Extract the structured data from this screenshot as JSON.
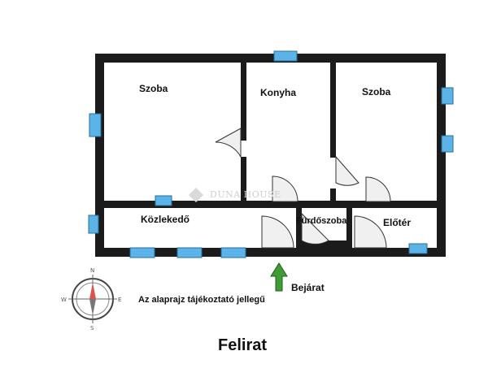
{
  "rooms": {
    "szoba_left": "Szoba",
    "konyha": "Konyha",
    "szoba_right": "Szoba",
    "kozlekedo": "Közlekedő",
    "furdoszoba": "Fürdőszoba",
    "eloter": "Előtér"
  },
  "entrance_label": "Bejárat",
  "disclaimer": "Az alaprajz tájékoztató jellegű",
  "watermark": "DUNA HOUSE",
  "title": "Felirat",
  "compass": {
    "n": "N",
    "e": "E",
    "s": "S",
    "w": "W"
  },
  "colors": {
    "wall": "#1b1b1b",
    "window": "#5bb3e8",
    "door_fill": "#f0f0f0",
    "arrow": "#3f9b35"
  }
}
